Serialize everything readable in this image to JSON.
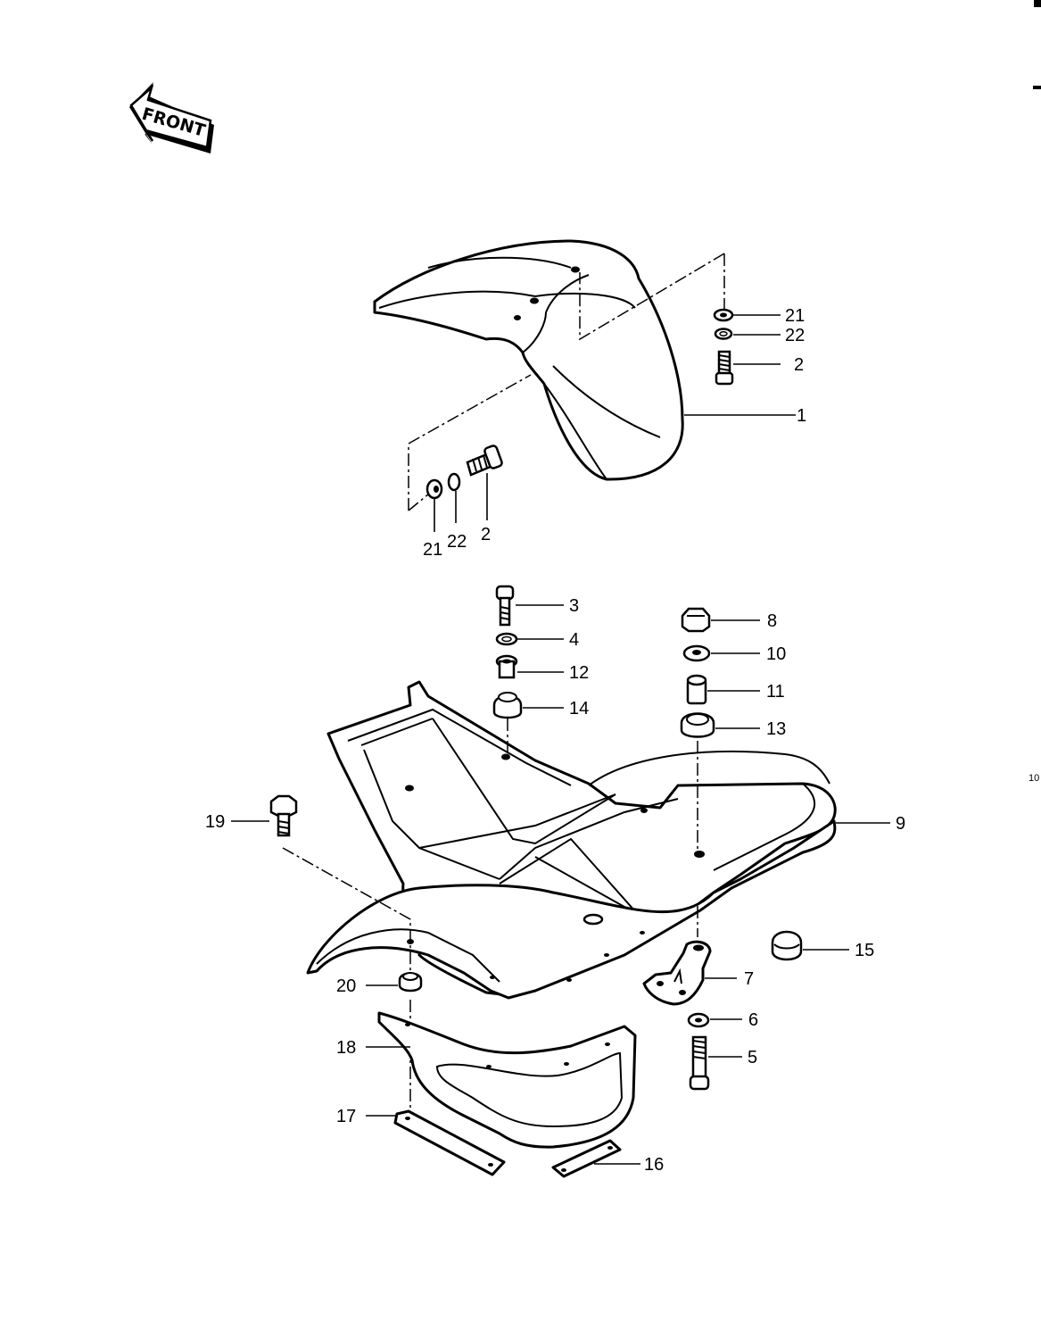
{
  "orientation_mark": {
    "label": "FRONT",
    "icon": "front-arrow-icon"
  },
  "page_marker": "10",
  "callouts": [
    {
      "id": "c1",
      "text": "1"
    },
    {
      "id": "c2a",
      "text": "2"
    },
    {
      "id": "c2b",
      "text": "2"
    },
    {
      "id": "c3",
      "text": "3"
    },
    {
      "id": "c4",
      "text": "4"
    },
    {
      "id": "c5",
      "text": "5"
    },
    {
      "id": "c6",
      "text": "6"
    },
    {
      "id": "c7",
      "text": "7"
    },
    {
      "id": "c8",
      "text": "8"
    },
    {
      "id": "c9",
      "text": "9"
    },
    {
      "id": "c10",
      "text": "10"
    },
    {
      "id": "c11",
      "text": "11"
    },
    {
      "id": "c12",
      "text": "12"
    },
    {
      "id": "c13",
      "text": "13"
    },
    {
      "id": "c14",
      "text": "14"
    },
    {
      "id": "c15",
      "text": "15"
    },
    {
      "id": "c16",
      "text": "16"
    },
    {
      "id": "c17",
      "text": "17"
    },
    {
      "id": "c18",
      "text": "18"
    },
    {
      "id": "c19",
      "text": "19"
    },
    {
      "id": "c20",
      "text": "20"
    },
    {
      "id": "c21a",
      "text": "21"
    },
    {
      "id": "c21b",
      "text": "21"
    },
    {
      "id": "c22a",
      "text": "22"
    },
    {
      "id": "c22b",
      "text": "22"
    }
  ]
}
